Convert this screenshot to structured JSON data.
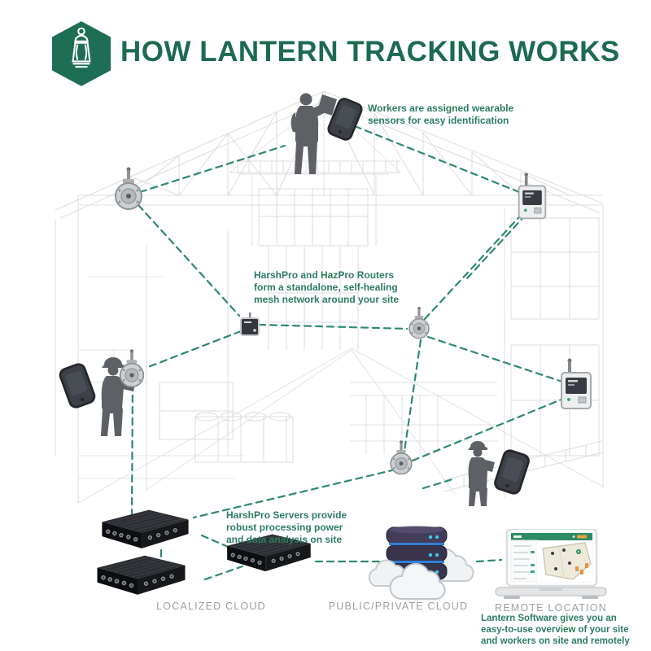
{
  "header": {
    "title": "HOW LANTERN TRACKING WORKS"
  },
  "diagram": {
    "annotations": {
      "workers_note": "Workers are assigned wearable\nsensors for easy identification",
      "routers_note": "HarshPro and HazPro Routers\nform a standalone, self-healing\nmesh network around your site",
      "servers_note": "HarshPro Servers provide\nrobust processing power\nand data analysis on site",
      "software_note": "Lantern Software gives you an\neasy-to-use overview of your site\nand workers on site and remotely"
    },
    "footer_labels": {
      "localized_cloud": "LOCALIZED CLOUD",
      "public_private_cloud": "PUBLIC/PRIVATE CLOUD",
      "remote_location": "REMOTE LOCATION"
    },
    "icons": {
      "logo": "lantern-icon",
      "worker": "worker-silhouette",
      "sensor": "wearable-sensor-icon",
      "round_router": "round-router-icon",
      "box_router": "box-router-icon",
      "server": "server-icon",
      "cloud_db": "database-cloud-icon",
      "laptop": "laptop-icon"
    },
    "colors": {
      "brand_green": "#1c6b50",
      "note_green": "#2c7d5c",
      "mesh_line_green": "#2e8b64",
      "wireframe_gray": "#dcdcdc",
      "label_gray": "#9aa0a4",
      "silhouette_gray": "#5d6166"
    }
  }
}
